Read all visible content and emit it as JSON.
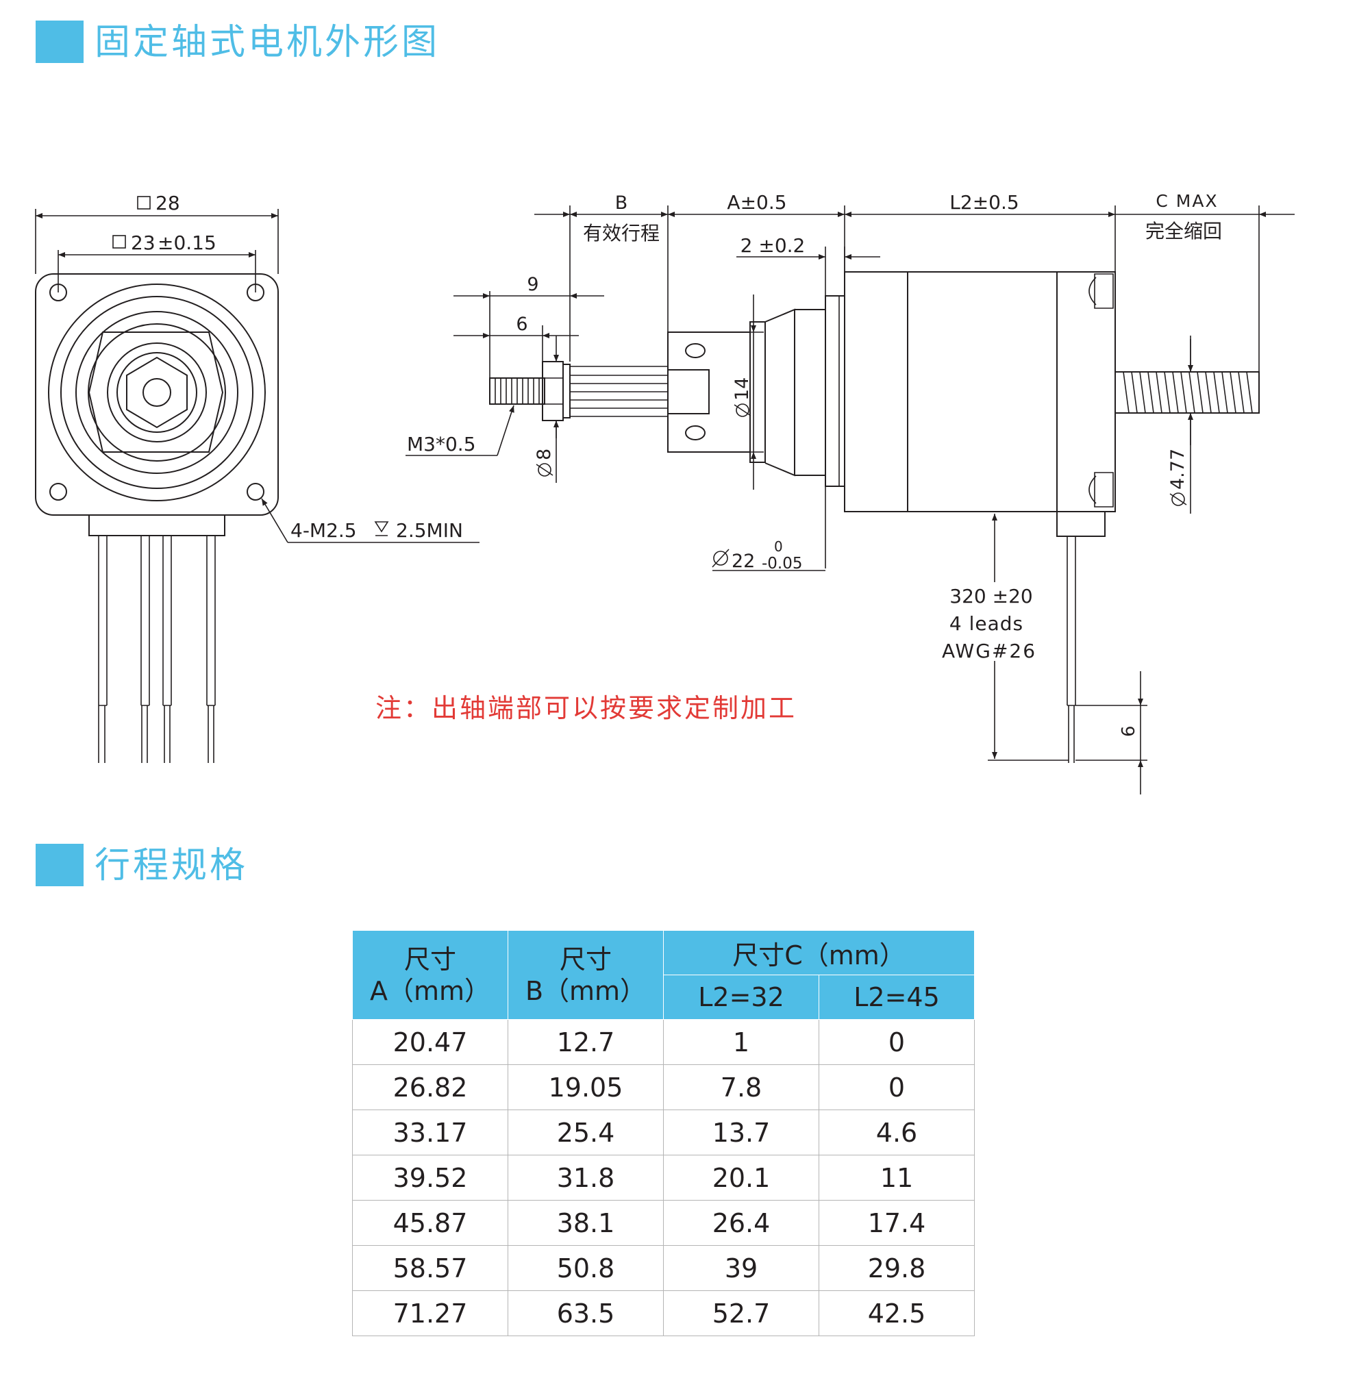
{
  "sections": {
    "outline_title": "固定轴式电机外形图",
    "stroke_title": "行程规格"
  },
  "drawing": {
    "front_view": {
      "outer_square": "28",
      "hole_spacing": "23",
      "hole_spacing_tol": "±0.15",
      "mount_holes": "4-M2.5",
      "mount_hole_depth": "2.5MIN"
    },
    "side_view": {
      "dim_B": "B",
      "dim_B_note": "有效行程",
      "dim_A": "A±0.5",
      "dim_L2": "L2±0.5",
      "dim_C": "C MAX",
      "dim_C_note": "完全缩回",
      "flange_thickness": "2 ±0.2",
      "dim_9": "9",
      "dim_6_left": "6",
      "thread": "M3*0.5",
      "phi8": "8",
      "phi14": "14",
      "phi22": "22",
      "phi22_tol_upper": "0",
      "phi22_tol_lower": "-0.05",
      "phi477": "4.77",
      "lead_length": "320 ±20",
      "lead_count": "4 leads",
      "lead_gauge": "AWG#26",
      "strip_length": "6"
    },
    "note": "注：出轴端部可以按要求定制加工"
  },
  "table": {
    "headers": {
      "col_a_line1": "尺寸",
      "col_a_line2": "A（mm）",
      "col_b_line1": "尺寸",
      "col_b_line2": "B（mm）",
      "col_c": "尺寸C（mm）",
      "col_c_sub1": "L2=32",
      "col_c_sub2": "L2=45"
    },
    "rows": [
      [
        "20.47",
        "12.7",
        "1",
        "0"
      ],
      [
        "26.82",
        "19.05",
        "7.8",
        "0"
      ],
      [
        "33.17",
        "25.4",
        "13.7",
        "4.6"
      ],
      [
        "39.52",
        "31.8",
        "20.1",
        "11"
      ],
      [
        "45.87",
        "38.1",
        "26.4",
        "17.4"
      ],
      [
        "58.57",
        "50.8",
        "39",
        "29.8"
      ],
      [
        "71.27",
        "63.5",
        "52.7",
        "42.5"
      ]
    ]
  },
  "colors": {
    "accent": "#4fbde6",
    "note": "#e23a36",
    "line": "#231f20"
  }
}
